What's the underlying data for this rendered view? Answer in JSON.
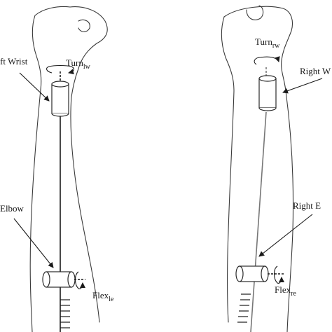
{
  "labels": {
    "left_wrist": "ft Wrist",
    "left_elbow": "Elbow",
    "right_wrist": "Right W",
    "right_elbow": "Right E"
  },
  "rotations": {
    "turn_lw_main": "Turn",
    "turn_lw_sub": "lw",
    "flex_le_main": "Flex",
    "flex_le_sub": "le",
    "turn_rw_main": "Turn",
    "turn_rw_sub": "rw",
    "flex_re_main": "Flex",
    "flex_re_sub": "re"
  }
}
